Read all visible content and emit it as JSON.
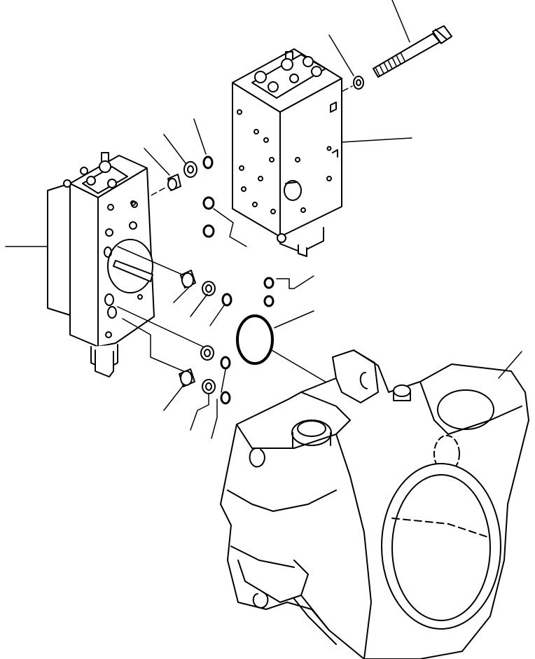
{
  "diagram": {
    "kind": "exploded parts diagram",
    "text_labels": [],
    "line_color": "#000000",
    "background": "#ffffff",
    "parts": [
      "bolt",
      "washer",
      "upper-valve-block",
      "left-valve-block",
      "pump-housing",
      "o-rings",
      "bushings",
      "large-o-ring"
    ]
  }
}
